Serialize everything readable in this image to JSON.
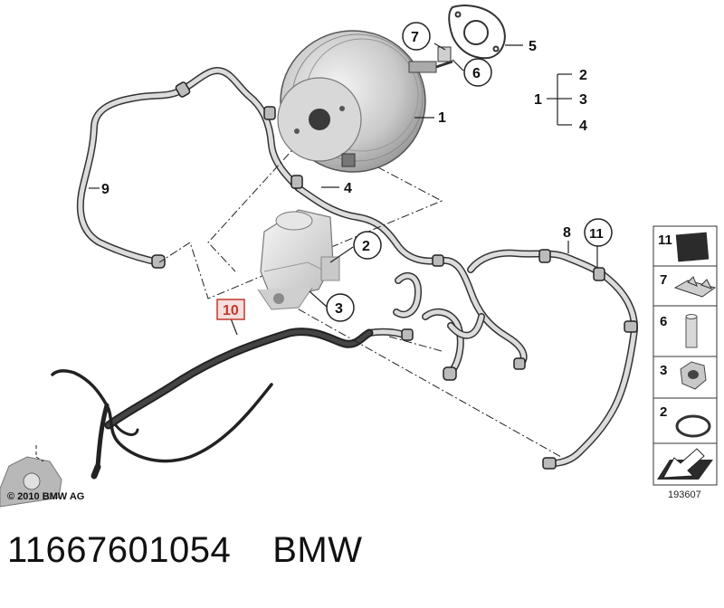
{
  "callouts": {
    "c1": "1",
    "c2": "2",
    "c3": "3",
    "c4": "4",
    "c5": "5",
    "c6": "6",
    "c7": "7",
    "c8": "8",
    "c9": "9",
    "c10": "10",
    "c11": "11"
  },
  "tree": {
    "root": "1",
    "items": [
      "2",
      "3",
      "4"
    ]
  },
  "legend": {
    "items": [
      {
        "number": "11",
        "icon": "foam-pad-icon"
      },
      {
        "number": "7",
        "icon": "clip-icon"
      },
      {
        "number": "6",
        "icon": "pin-icon"
      },
      {
        "number": "3",
        "icon": "hex-nut-icon"
      },
      {
        "number": "2",
        "icon": "o-ring-icon"
      },
      {
        "number": "",
        "icon": "arrow-pad-icon"
      }
    ]
  },
  "copyright": "© 2010 BMW AG",
  "diagram_ref": "193607",
  "caption": {
    "part_number": "11667601054",
    "brand": "BMW"
  },
  "colors": {
    "highlight": "#c0392b",
    "highlight_fill": "#f6dede",
    "line": "#222222"
  }
}
